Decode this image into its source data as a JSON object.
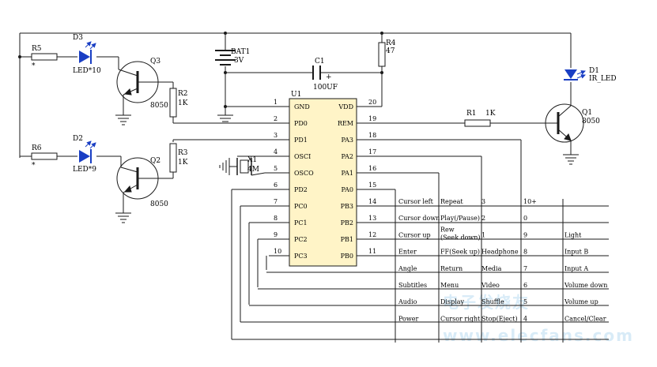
{
  "colors": {
    "wire": "#1a1a1a",
    "grid": "#6e86a8",
    "ic_fill": "#fff4c7",
    "led": "#1a3fc4",
    "watermark": "#b9dcf2"
  },
  "components": {
    "r5": {
      "ref": "R5",
      "value": "*"
    },
    "r6": {
      "ref": "R6",
      "value": "*"
    },
    "d3": {
      "ref": "D3",
      "value": "LED*10"
    },
    "d2": {
      "ref": "D2",
      "value": "LED*9"
    },
    "q3": {
      "ref": "Q3",
      "value": "8050"
    },
    "q2": {
      "ref": "Q2",
      "value": "8050"
    },
    "r2": {
      "ref": "R2",
      "value": "1K"
    },
    "r3": {
      "ref": "R3",
      "value": "1K"
    },
    "bat1": {
      "ref": "BAT1",
      "value": "3V"
    },
    "c1": {
      "ref": "C1",
      "value": "100UF",
      "polarity": "+"
    },
    "r4": {
      "ref": "R4",
      "value": "47"
    },
    "d1": {
      "ref": "D1",
      "value": "IR_LED"
    },
    "q1": {
      "ref": "Q1",
      "value": "8050"
    },
    "r1": {
      "ref": "R1",
      "value": "1K"
    },
    "x1": {
      "ref": "X1",
      "value": "4M"
    },
    "u1": {
      "ref": "U1"
    }
  },
  "ic_pins_left": [
    {
      "num": "1",
      "name": "GND"
    },
    {
      "num": "2",
      "name": "PD0"
    },
    {
      "num": "3",
      "name": "PD1"
    },
    {
      "num": "4",
      "name": "OSCI"
    },
    {
      "num": "5",
      "name": "OSCO"
    },
    {
      "num": "6",
      "name": "PD2"
    },
    {
      "num": "7",
      "name": "PC0"
    },
    {
      "num": "8",
      "name": "PC1"
    },
    {
      "num": "9",
      "name": "PC2"
    },
    {
      "num": "10",
      "name": "PC3"
    }
  ],
  "ic_pins_right": [
    {
      "num": "20",
      "name": "VDD"
    },
    {
      "num": "19",
      "name": "REM"
    },
    {
      "num": "18",
      "name": "PA3"
    },
    {
      "num": "17",
      "name": "PA2"
    },
    {
      "num": "16",
      "name": "PA1"
    },
    {
      "num": "15",
      "name": "PA0"
    },
    {
      "num": "14",
      "name": "PB3"
    },
    {
      "num": "13",
      "name": "PB2"
    },
    {
      "num": "12",
      "name": "PB1"
    },
    {
      "num": "11",
      "name": "PB0"
    }
  ],
  "key_matrix": [
    [
      "Cursor left",
      "Repeat",
      "3",
      "10+",
      ""
    ],
    [
      "Cursor down",
      "Play(/Pause)",
      "2",
      "0",
      ""
    ],
    [
      "Cursor up",
      "Rew (Seek down)",
      "1",
      "9",
      "Light"
    ],
    [
      "Enter",
      "FF(Seek up)",
      "Headphone",
      "8",
      "Input B"
    ],
    [
      "Angle",
      "Return",
      "Media",
      "7",
      "Input A"
    ],
    [
      "Subtitles",
      "Menu",
      "Video",
      "6",
      "Volume down"
    ],
    [
      "Audio",
      "Display",
      "Shuffle",
      "5",
      "Volume up"
    ],
    [
      "Power",
      "Cursor right",
      "Stop(Eject)",
      "4",
      "Cancel/Clear"
    ]
  ],
  "watermark": "www.elecfans.com"
}
